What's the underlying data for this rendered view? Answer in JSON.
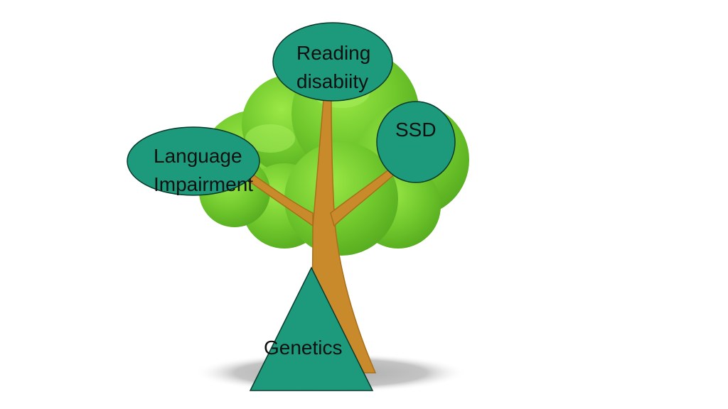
{
  "colors": {
    "node_fill": "#1d9a7c",
    "node_stroke": "#0a3a2c",
    "leaf_light": "#8ee03a",
    "leaf_mid": "#6bc62b",
    "leaf_dark": "#52a820",
    "trunk": "#c88a2a",
    "trunk_dark": "#a86e1c",
    "shadow": "#bdbdbd"
  },
  "nodes": {
    "reading": {
      "line1": "Reading",
      "line2": "disabiity"
    },
    "ssd": {
      "label": "SSD"
    },
    "language": {
      "line1": "Language",
      "line2": "Impairment"
    },
    "genetics": {
      "label": "Genetics"
    }
  }
}
